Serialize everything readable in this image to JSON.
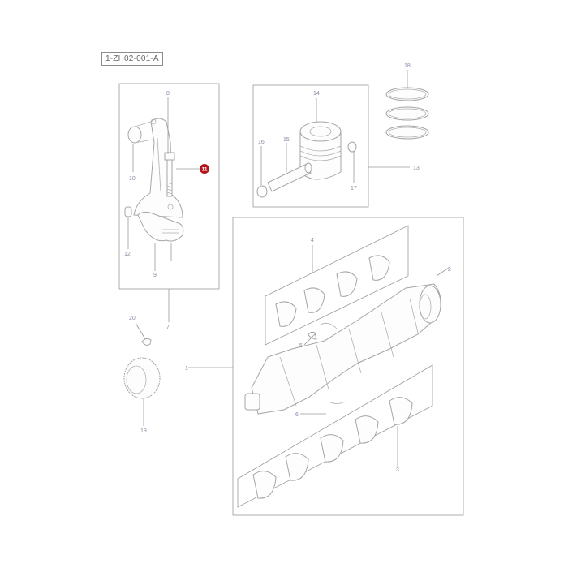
{
  "diagram": {
    "reference_code": "1-ZH02-001-A",
    "highlighted_part": "11",
    "highlight_color": "#b3141c",
    "groups": {
      "connecting_rod": [
        "7",
        "8",
        "9",
        "10",
        "11",
        "12"
      ],
      "piston": [
        "13",
        "14",
        "15",
        "16",
        "17"
      ],
      "crankshaft": [
        "1",
        "2",
        "3",
        "4",
        "5",
        "6"
      ]
    },
    "callouts": {
      "p1": "1",
      "p2": "2",
      "p3": "3",
      "p4": "4",
      "p5": "5",
      "p6": "6",
      "p7": "7",
      "p8": "8",
      "p9": "9",
      "p10": "10",
      "p11": "11",
      "p12": "12",
      "p13": "13",
      "p14": "14",
      "p15": "15",
      "p16": "16",
      "p17": "17",
      "p18": "18",
      "p19": "19",
      "p20": "20"
    }
  }
}
